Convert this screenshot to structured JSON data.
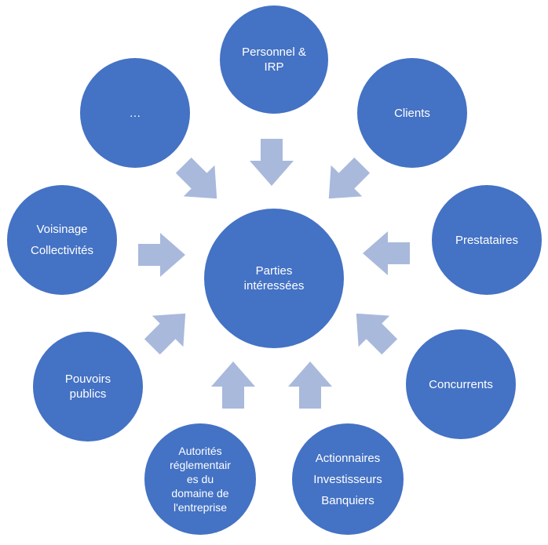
{
  "diagram": {
    "colors": {
      "node_fill": "#4472c4",
      "arrow_fill": "#a9b9dc",
      "text": "#ffffff"
    },
    "center": {
      "lines": [
        "Parties",
        "intéressées"
      ]
    },
    "nodes": [
      {
        "id": "personnel",
        "lines": [
          "Personnel &",
          "IRP"
        ]
      },
      {
        "id": "clients",
        "lines": [
          "Clients"
        ]
      },
      {
        "id": "prestataires",
        "lines": [
          "Prestataires"
        ]
      },
      {
        "id": "concurrents",
        "lines": [
          "Concurrents"
        ]
      },
      {
        "id": "actionnaires",
        "lines": [
          "Actionnaires",
          "Investisseurs",
          "Banquiers"
        ]
      },
      {
        "id": "autorites",
        "lines": [
          "Autorités",
          "réglementair",
          "es du",
          "domaine de",
          "l'entreprise"
        ]
      },
      {
        "id": "pouvoirs",
        "lines": [
          "Pouvoirs",
          "publics"
        ]
      },
      {
        "id": "voisinage",
        "lines": [
          "Voisinage",
          "Collectivités"
        ]
      },
      {
        "id": "etc",
        "lines": [
          "…"
        ]
      }
    ]
  }
}
